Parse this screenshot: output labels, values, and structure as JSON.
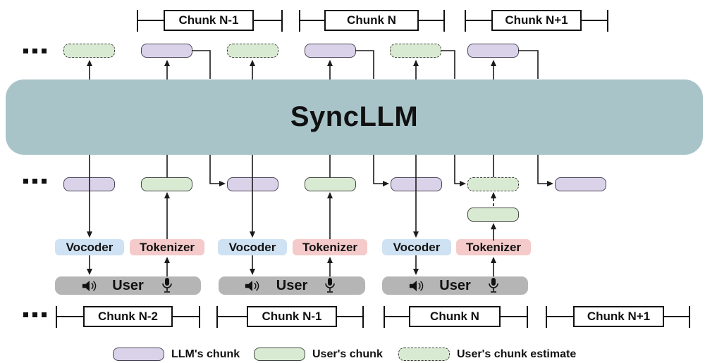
{
  "diagram": {
    "title": "SyncLLM",
    "top_timeline": {
      "chunks": [
        {
          "label": "Chunk N-1"
        },
        {
          "label": "Chunk N"
        },
        {
          "label": "Chunk N+1"
        }
      ]
    },
    "bottom_timeline": {
      "chunks": [
        {
          "label": "Chunk N-2"
        },
        {
          "label": "Chunk N-1"
        },
        {
          "label": "Chunk N"
        },
        {
          "label": "Chunk N+1"
        }
      ]
    },
    "modules": {
      "vocoder": "Vocoder",
      "tokenizer": "Tokenizer",
      "user": "User"
    },
    "legend": [
      {
        "label": "LLM's chunk",
        "swatch": "llm-chunk"
      },
      {
        "label": "User's chunk",
        "swatch": "user-chunk"
      },
      {
        "label": "User's chunk estimate",
        "swatch": "user-chunk-estimate"
      }
    ],
    "icons": {
      "speaker": "speaker-icon",
      "microphone": "microphone-icon",
      "ellipsis": "ellipsis-icon"
    },
    "colors": {
      "syncllm_fill": "#a8c4c9",
      "llm_chunk_fill": "#d9d2e9",
      "llm_chunk_border": "#4a4458",
      "user_chunk_fill": "#d9ead3",
      "user_chunk_border": "#414741",
      "vocoder_fill": "#cfe2f3",
      "tokenizer_fill": "#f5caca",
      "user_bar_fill": "#b5b5b5",
      "line_color": "#1a1a1a"
    }
  }
}
